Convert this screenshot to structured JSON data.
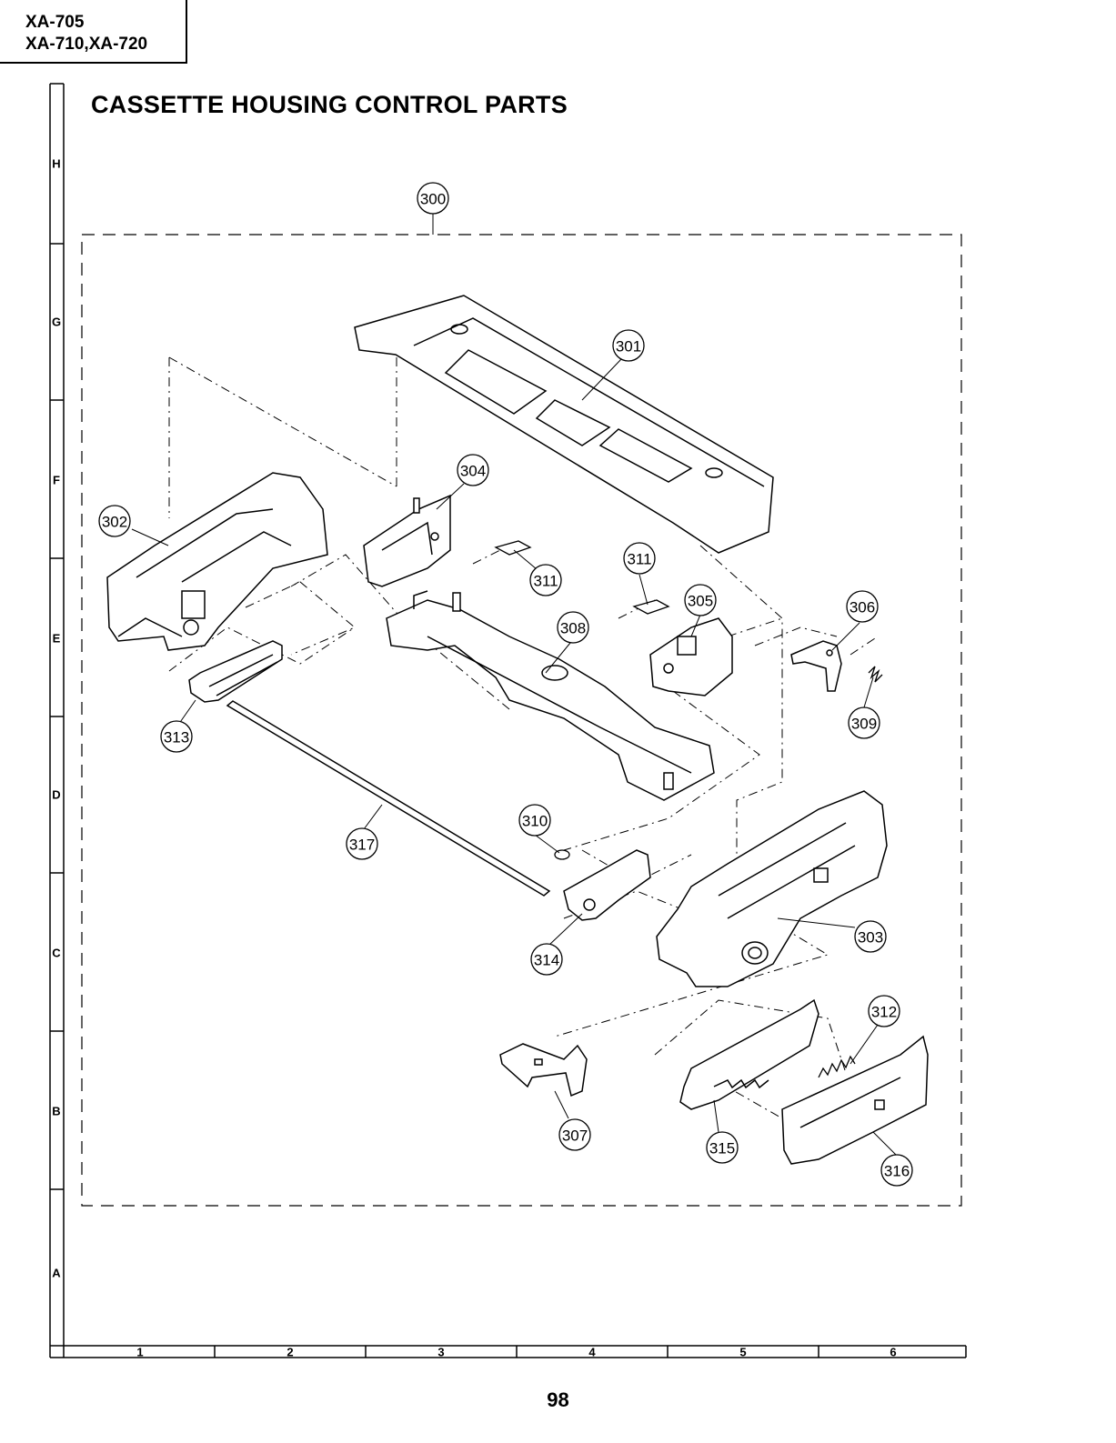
{
  "header": {
    "model_line_1": "XA-705",
    "model_line_2": "XA-710,XA-720"
  },
  "title": "CASSETTE HOUSING CONTROL PARTS",
  "page_number": "98",
  "row_labels": [
    "H",
    "G",
    "F",
    "E",
    "D",
    "C",
    "B",
    "A"
  ],
  "column_labels": [
    "1",
    "2",
    "3",
    "4",
    "5",
    "6"
  ],
  "callouts": [
    {
      "id": "300",
      "label": "300"
    },
    {
      "id": "301",
      "label": "301"
    },
    {
      "id": "302",
      "label": "302"
    },
    {
      "id": "303",
      "label": "303"
    },
    {
      "id": "304",
      "label": "304"
    },
    {
      "id": "305",
      "label": "305"
    },
    {
      "id": "306",
      "label": "306"
    },
    {
      "id": "307",
      "label": "307"
    },
    {
      "id": "308",
      "label": "308"
    },
    {
      "id": "309",
      "label": "309"
    },
    {
      "id": "310",
      "label": "310"
    },
    {
      "id": "311a",
      "label": "311"
    },
    {
      "id": "311b",
      "label": "311"
    },
    {
      "id": "312",
      "label": "312"
    },
    {
      "id": "313",
      "label": "313"
    },
    {
      "id": "314",
      "label": "314"
    },
    {
      "id": "315",
      "label": "315"
    },
    {
      "id": "316",
      "label": "316"
    },
    {
      "id": "317",
      "label": "317"
    }
  ]
}
